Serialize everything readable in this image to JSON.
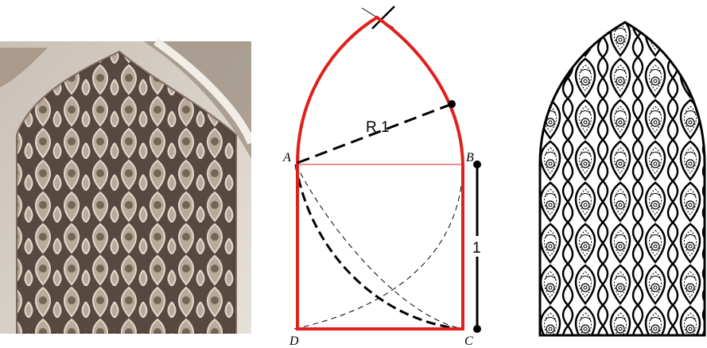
{
  "construction": {
    "radius_label": "R 1",
    "unit_label": "1",
    "points": {
      "a": "A",
      "b": "B",
      "c": "C",
      "d": "D"
    },
    "colors": {
      "arch": "#e0201b",
      "guide": "#000000"
    }
  },
  "photo": {
    "stone_color": "#a89886",
    "shadow_color": "#3b3028"
  },
  "pattern": {
    "line_color": "#000000"
  }
}
